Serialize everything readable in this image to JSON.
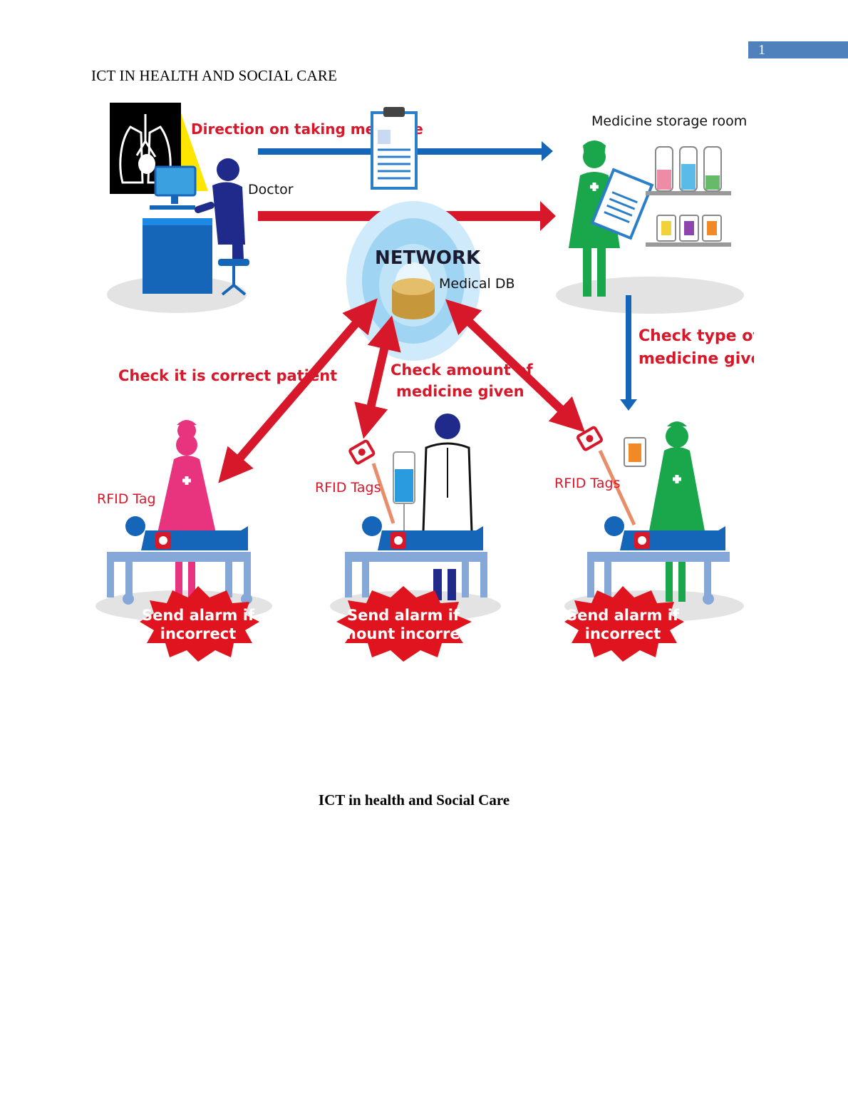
{
  "header": {
    "page_number": "1",
    "running_head": "ICT IN HEALTH AND SOCIAL CARE"
  },
  "figure": {
    "labels": {
      "direction": "Direction on taking medicine",
      "doctor": "Doctor",
      "storage": "Medicine storage room",
      "network": "NETWORK",
      "medical_db": "Medical DB",
      "check_type_1": "Check type of",
      "check_type_2": "medicine given",
      "check_patient": "Check it is correct patient",
      "check_amount_1": "Check amount of",
      "check_amount_2": "medicine given",
      "rfid_tag": "RFID Tag",
      "rfid_tags_mid": "RFID Tags",
      "rfid_tags_right": "RFID Tags",
      "alarm_left_1": "Send alarm if",
      "alarm_left_2": "incorrect",
      "alarm_mid_1": "Send alarm if",
      "alarm_mid_2": "amount incorrect",
      "alarm_right_1": "Send alarm if",
      "alarm_right_2": "incorrect"
    },
    "colors": {
      "red": "#d7182a",
      "blue_arrow": "#1565b8",
      "navy": "#1f2a8a",
      "nurse_green": "#1aa64a",
      "nurse_pink": "#e8347f",
      "bed_blue": "#86a8d8",
      "network_glow": "#9fd4f2",
      "db_gold": "#d4a94a"
    }
  },
  "caption": "ICT in health and Social Care"
}
